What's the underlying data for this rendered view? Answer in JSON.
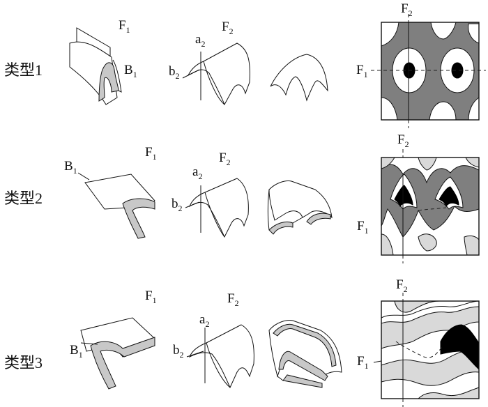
{
  "rows": [
    {
      "label": "类型1",
      "f1": {
        "main": "F",
        "sub": "1"
      },
      "b1": {
        "main": "B",
        "sub": "1"
      },
      "f2": {
        "main": "F",
        "sub": "2"
      },
      "a2": {
        "main": "a",
        "sub": "2"
      },
      "b2": {
        "main": "b",
        "sub": "2"
      },
      "map_f2": {
        "main": "F",
        "sub": "2"
      },
      "map_f1": {
        "main": "F",
        "sub": "1"
      }
    },
    {
      "label": "类型2",
      "f1": {
        "main": "F",
        "sub": "1"
      },
      "b1": {
        "main": "B",
        "sub": "1"
      },
      "f2": {
        "main": "F",
        "sub": "2"
      },
      "a2": {
        "main": "a",
        "sub": "2"
      },
      "b2": {
        "main": "b",
        "sub": "2"
      },
      "map_f2": {
        "main": "F",
        "sub": "2"
      },
      "map_f1": {
        "main": "F",
        "sub": "1"
      }
    },
    {
      "label": "类型3",
      "f1": {
        "main": "F",
        "sub": "1"
      },
      "b1": {
        "main": "B",
        "sub": "1"
      },
      "f2": {
        "main": "F",
        "sub": "2"
      },
      "a2": {
        "main": "a",
        "sub": "2"
      },
      "b2": {
        "main": "b",
        "sub": "2"
      },
      "map_f2": {
        "main": "F",
        "sub": "2"
      },
      "map_f1": {
        "main": "F",
        "sub": "1"
      }
    }
  ],
  "colors": {
    "dark_gray": "#7f7f7f",
    "light_gray": "#d9d9d9",
    "fold_fill": "#c8c8c8",
    "black": "#000000"
  }
}
